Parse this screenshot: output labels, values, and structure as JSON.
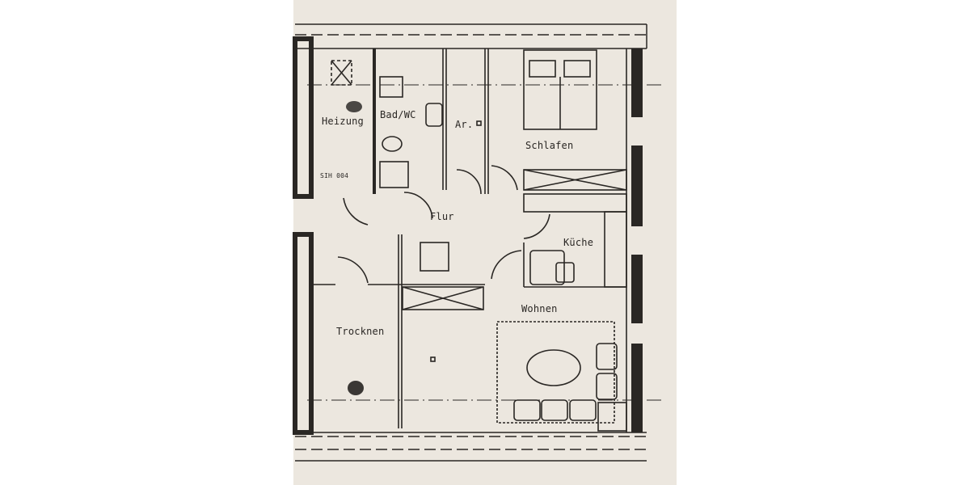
{
  "floorplan": {
    "paper_color": "#ece7df",
    "ink_color": "#2a2724",
    "rooms": [
      {
        "id": "heizung",
        "label": "Heizung"
      },
      {
        "id": "bad",
        "label": "Bad/WC"
      },
      {
        "id": "ar",
        "label": "Ar."
      },
      {
        "id": "schlafen",
        "label": "Schlafen"
      },
      {
        "id": "flur",
        "label": "Flur"
      },
      {
        "id": "kueche",
        "label": "Küche"
      },
      {
        "id": "trocknen",
        "label": "Trocknen"
      },
      {
        "id": "wohnen",
        "label": "Wohnen"
      }
    ],
    "annotations": {
      "code": "SIH 004"
    }
  }
}
